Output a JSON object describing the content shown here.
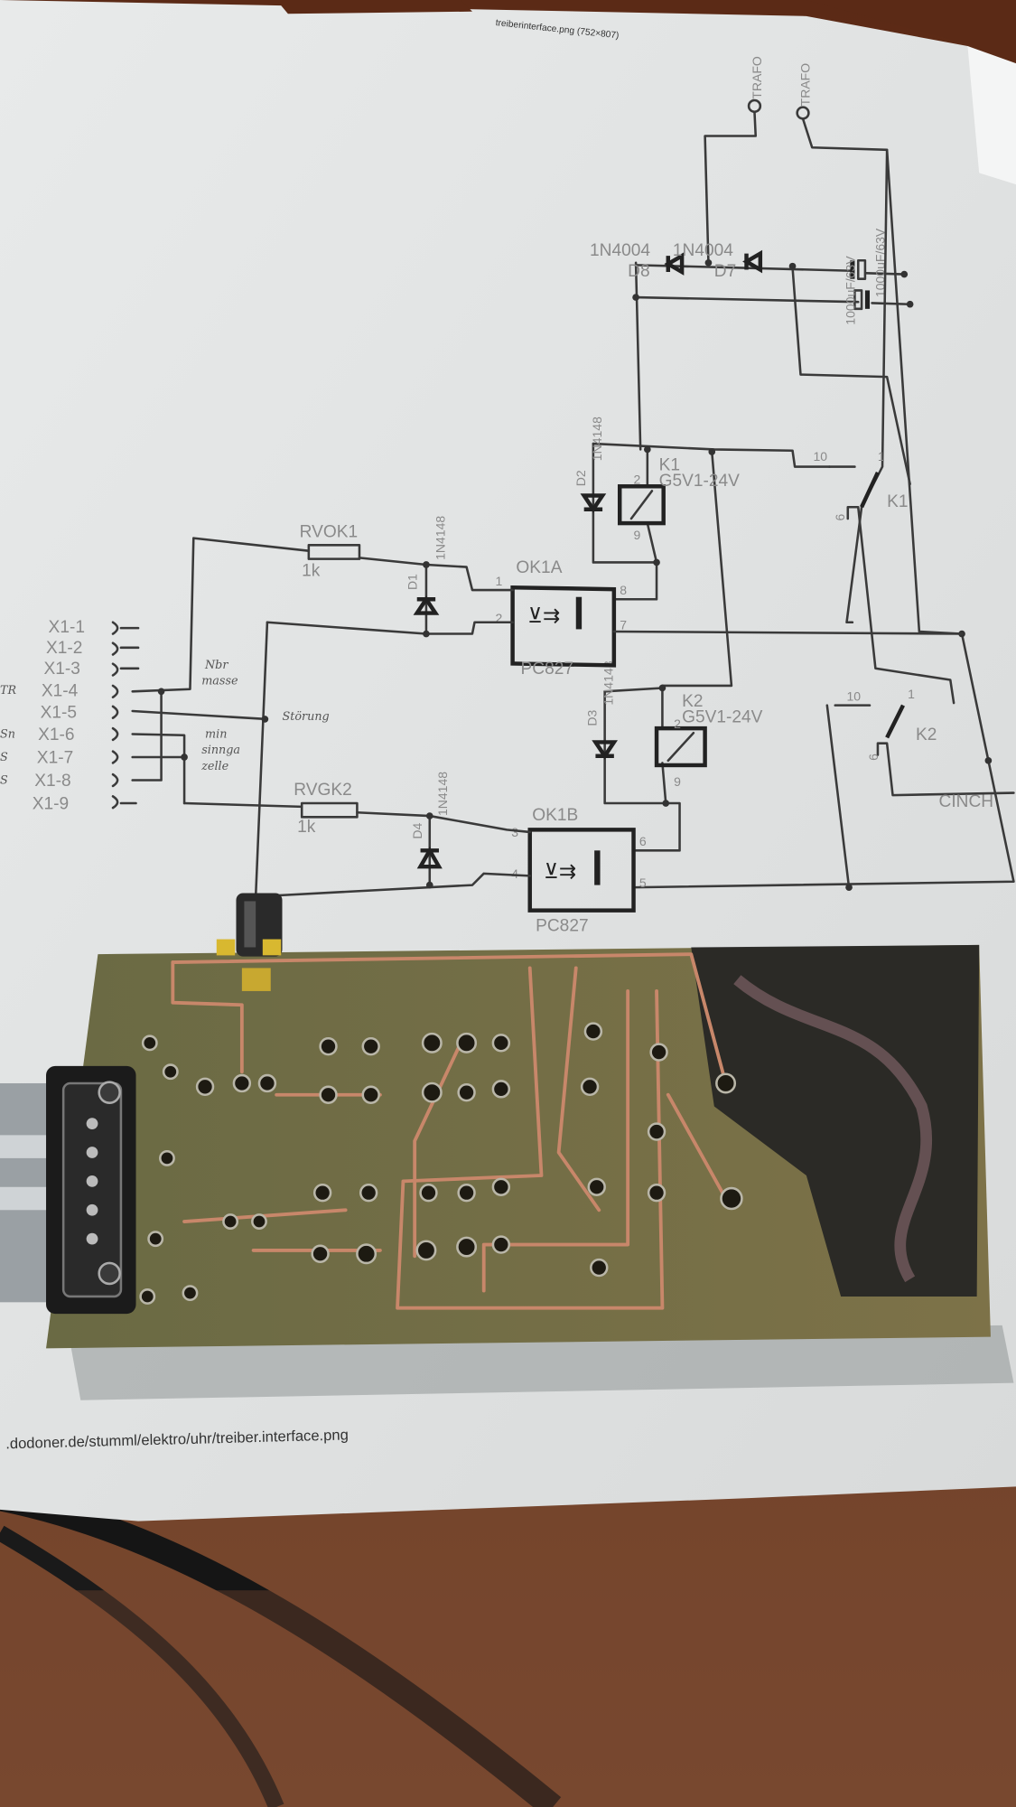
{
  "paper": {
    "header": "treiberinterface.png (752×807)",
    "footer_url": ".dodoner.de/stumml/elektro/uhr/treiber.interface.png"
  },
  "schematic": {
    "trafo_1": "TRAFO",
    "trafo_2": "TRAFO",
    "d8_type": "1N4004",
    "d8_name": "D8",
    "d7_type": "1N4004",
    "d7_name": "D7",
    "cap_1": "1000uF/63V",
    "cap_2": "1000uF/63V",
    "d2_name": "D2",
    "d2_type": "1N4148",
    "d3_name": "D3",
    "d3_type": "1N4148",
    "d1_name": "D1",
    "d1_type": "1N4148",
    "d4_name": "D4",
    "d4_type": "1N4148",
    "k1_name": "K1",
    "k1_type": "G5V1-24V",
    "k2_name": "K2",
    "k2_type": "G5V1-24V",
    "k1_switch": "K1",
    "k2_switch": "K2",
    "relay_pin_2": "2",
    "relay_pin_9": "9",
    "switch_pin_10": "10",
    "switch_pin_1": "1",
    "switch_pin_6": "6",
    "ok1a_name": "OK1A",
    "ok1a_type": "PC827",
    "ok1b_name": "OK1B",
    "ok1b_type": "PC827",
    "ok_pins": [
      "1",
      "2",
      "8",
      "7",
      "3",
      "4",
      "6",
      "5"
    ],
    "rvok1_name": "RVOK1",
    "rvok1_value": "1k",
    "rvgk2_name": "RVGK2",
    "rvgk2_value": "1k",
    "cinch": "CINCH",
    "connector_pins": [
      "X1-1",
      "X1-2",
      "X1-3",
      "X1-4",
      "X1-5",
      "X1-6",
      "X1-7",
      "X1-8",
      "X1-9"
    ]
  },
  "handwritten_notes": {
    "note_1": "Nbr",
    "note_2": "masse",
    "note_3": "Störung",
    "note_4": "min",
    "note_5": "sinnga",
    "note_6": "zelle",
    "margin_1": "TR",
    "margin_2": "Sn",
    "margin_3": "S",
    "margin_4": "S"
  },
  "colors": {
    "desk": "#5a2e1c",
    "paper": "#e4e6e4",
    "pcb": "#6f6a44",
    "copper": "#c8876a"
  }
}
